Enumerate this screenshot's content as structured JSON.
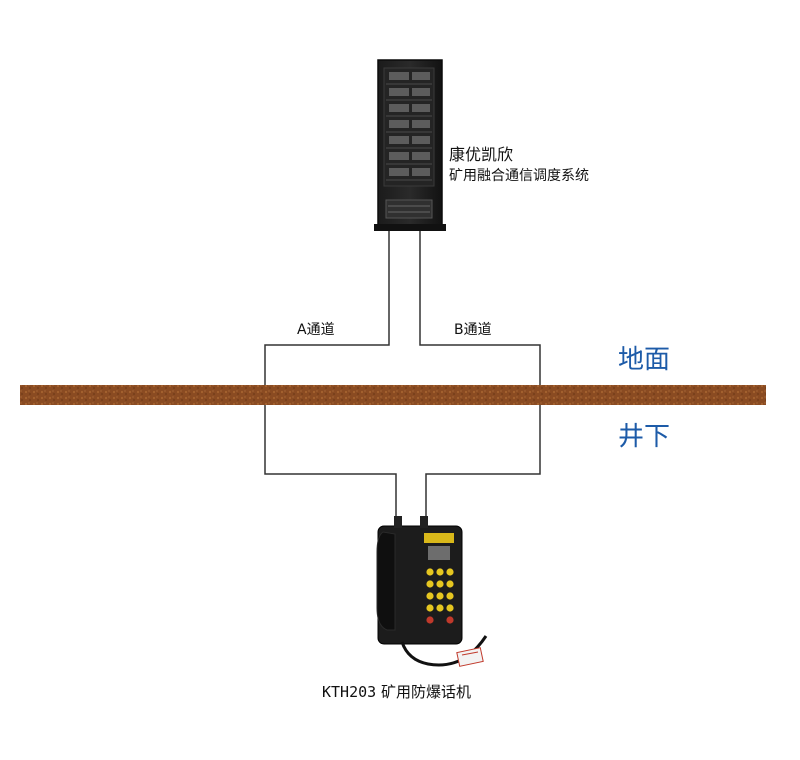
{
  "server": {
    "name": "康优凯欣",
    "description": "矿用融合通信调度系统",
    "icon": "server-rack-icon"
  },
  "channels": {
    "a_label": "A通道",
    "b_label": "B通道"
  },
  "zones": {
    "surface_label": "地面",
    "underground_label": "井下"
  },
  "phone": {
    "model": "KTH203",
    "description": "矿用防爆话机",
    "icon": "explosion-proof-phone-icon"
  },
  "colors": {
    "zone_label": "#1d5ba8",
    "ground_strip": "#8a4b22",
    "wire": "#333333",
    "phone_keys": "#e5c620",
    "phone_red_keys": "#c0392b"
  }
}
